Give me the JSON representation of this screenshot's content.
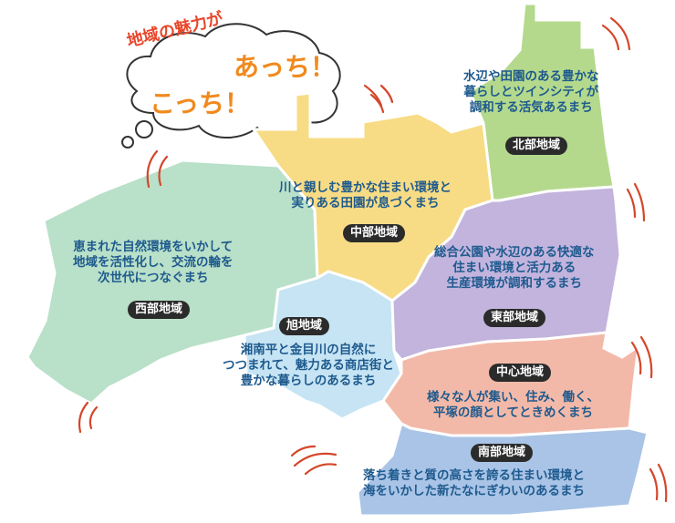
{
  "bubble": {
    "title": "地域の魅力が",
    "acchi": "あっち！",
    "kocchi": "こっち！"
  },
  "colors": {
    "north": "#b4d98c",
    "central": "#f7dc85",
    "west": "#b9e0c8",
    "asahi": "#c6e4f3",
    "east": "#c2b4dd",
    "center": "#f3b9a8",
    "south": "#a9c4e6",
    "text": "#1e5a8e",
    "accent": "#e8462a",
    "orange": "#f08a1e",
    "vibration": "#d4462a"
  },
  "regions": {
    "north": {
      "name": "北部地域",
      "lines": [
        "水辺や田園のある豊かな",
        "暮らしとツインシティが",
        "調和する活気あるまち"
      ]
    },
    "central": {
      "name": "中部地域",
      "lines": [
        "川と親しむ豊かな住まい環境と",
        "実りある田園が息づくまち"
      ]
    },
    "west": {
      "name": "西部地域",
      "lines": [
        "恵まれた自然環境をいかして",
        "地域を活性化し、交流の輪を",
        "次世代につなぐまち"
      ]
    },
    "asahi": {
      "name": "旭地域",
      "lines": [
        "湘南平と金目川の自然に",
        "つつまれて、魅力ある商店街と",
        "豊かな暮らしのあるまち"
      ]
    },
    "east": {
      "name": "東部地域",
      "lines": [
        "総合公園や水辺のある快適な",
        "住まい環境と活力ある",
        "生産環境が調和するまち"
      ]
    },
    "center": {
      "name": "中心地域",
      "lines": [
        "様々な人が集い、住み、働く、",
        "平塚の顔としてときめくまち"
      ]
    },
    "south": {
      "name": "南部地域",
      "lines": [
        "落ち着きと質の高さを誇る住まい環境と",
        "海をいかした新たなにぎわいのあるまち"
      ]
    }
  }
}
